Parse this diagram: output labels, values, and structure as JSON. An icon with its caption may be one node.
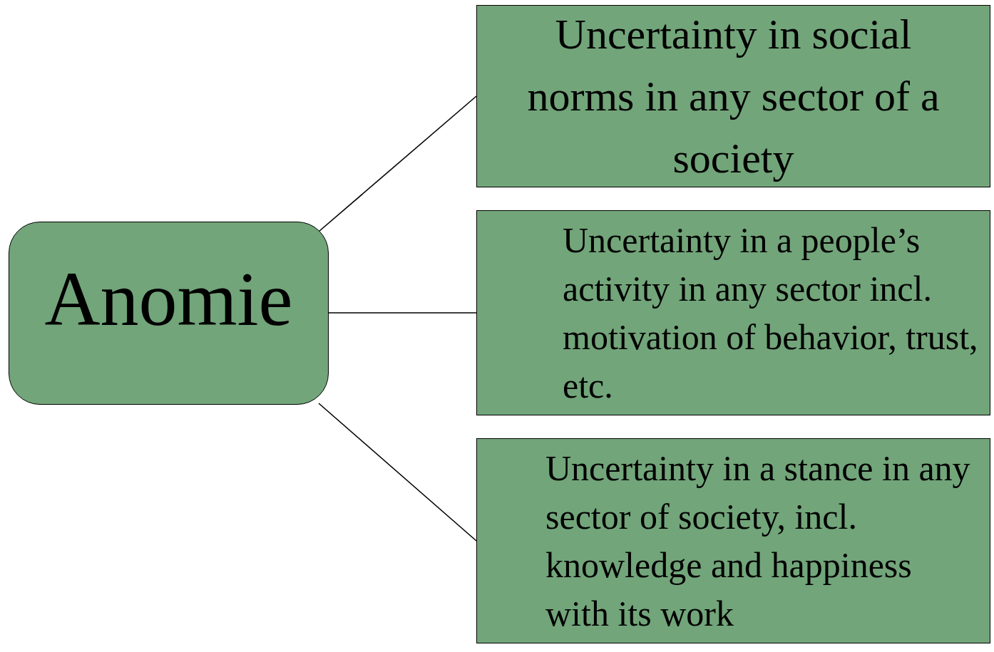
{
  "diagram": {
    "nodes": [
      {
        "text": [
          "Anomie"
        ]
      },
      {
        "text": [
          "Uncertainty in social norms in any sector of a society"
        ]
      },
      {
        "text": [
          "Uncertainty in a people’s activity in any sector incl. motivation of behavior, trust, etc."
        ]
      },
      {
        "text": [
          "Uncertainty in a stance in any sector of society, incl. knowledge and happiness with its work"
        ]
      }
    ],
    "edges": [
      {
        "from": 0,
        "to": 1,
        "arrow": "none"
      },
      {
        "from": 0,
        "to": 2,
        "arrow": "none"
      },
      {
        "from": 0,
        "to": 3,
        "arrow": "none"
      }
    ]
  }
}
